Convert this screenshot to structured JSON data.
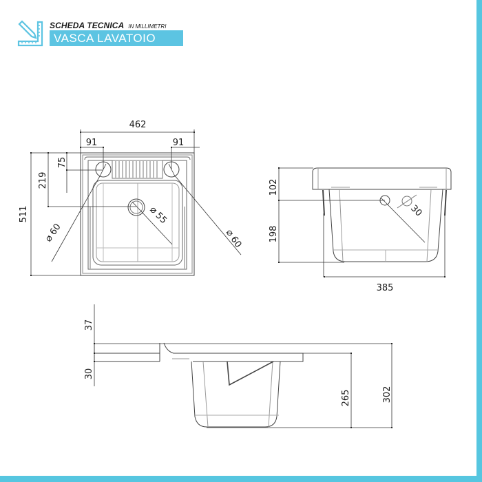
{
  "header": {
    "logo_icon": "pencil-ruler-icon",
    "title": "SCHEDA TECNICA",
    "unit_note": "IN MILLIMETRI",
    "product": "VASCA  LAVATOIO"
  },
  "colors": {
    "accent": "#5cc4e2",
    "line": "#3a3a3a",
    "text": "#1a1a1a"
  },
  "top_view": {
    "width_total": "462",
    "left_offset": "91",
    "right_offset": "91",
    "depth_total": "511",
    "drain_position": "219",
    "tap_hole_position": "75",
    "tap_hole_left_diameter": "60",
    "tap_hole_right_diameter": "60",
    "drain_diameter": "55"
  },
  "front_view": {
    "rim_height": "102",
    "basin_depth": "198",
    "width": "385",
    "overflow_diameter": "30"
  },
  "side_view": {
    "top_offset": "37",
    "rim_thickness": "30",
    "basin_height": "265",
    "total_height": "302"
  }
}
